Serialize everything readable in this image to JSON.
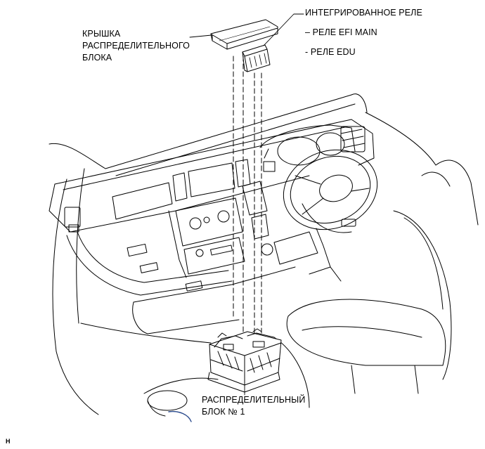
{
  "labels": {
    "cover": [
      "КРЫШКА",
      "РАСПРЕДЕЛИТЕЛЬНОГО",
      "БЛОКА"
    ],
    "integrated_relay": "ИНТЕГРИРОВАННОЕ РЕЛЕ",
    "efi_main": "– РЕЛЕ EFI MAIN",
    "edu": "- РЕЛЕ EDU",
    "junction_block": [
      "РАСПРЕДЕЛИТЕЛЬНЫЙ",
      "БЛОК № 1"
    ]
  },
  "figure_code": "H"
}
